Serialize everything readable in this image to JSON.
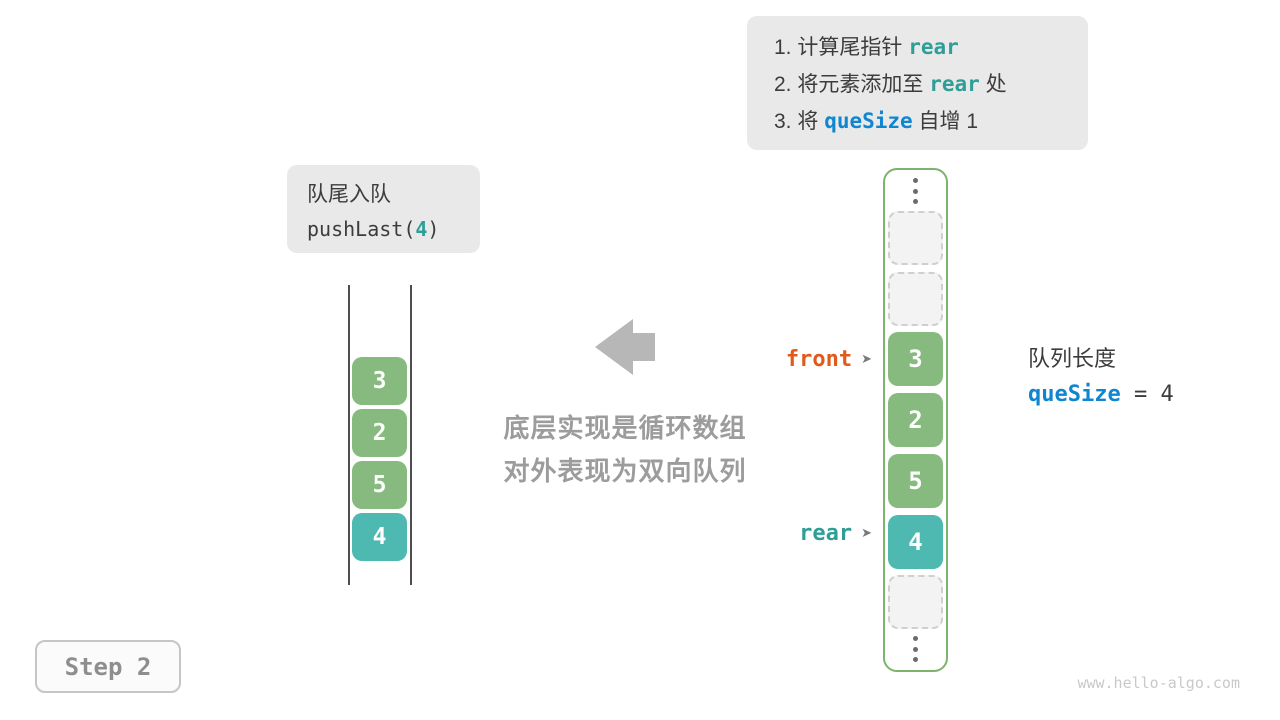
{
  "colors": {
    "box-bg": "#e9e9e9",
    "text-dark": "#3c3c3c",
    "teal-text": "#2e9e97",
    "teal-box": "#4db9b0",
    "blue": "#1085d0",
    "orange": "#e25a1b",
    "green": "#87ba7f",
    "green-border": "#7cb36d",
    "gray-caption": "#9c9c9c",
    "arrow-gray": "#b7b7b7",
    "dot": "#6b6b6b",
    "dashed-border": "#cfcfcf",
    "dashed-fill": "#f3f3f3",
    "line-dark": "#4d4d4d",
    "step-border": "#c6c6c6",
    "step-text": "#8e8e8e",
    "watermark": "#c9c9c9"
  },
  "instructions": {
    "line1": {
      "pre": "1. 计算尾指针 ",
      "code": "rear",
      "post": ""
    },
    "line2": {
      "pre": "2. 将元素添加至 ",
      "code": "rear",
      "post": " 处"
    },
    "line3": {
      "pre": "3. 将 ",
      "code": "queSize",
      "post": " 自增 1"
    }
  },
  "operation": {
    "title": "队尾入队",
    "code_pre": "pushLast(",
    "code_arg": "4",
    "code_post": ")"
  },
  "left_stack": {
    "values": [
      "3",
      "2",
      "5",
      "4"
    ]
  },
  "caption": {
    "line1": "底层实现是循环数组",
    "line2": "对外表现为双向队列"
  },
  "deque": {
    "values": [
      "3",
      "2",
      "5",
      "4"
    ]
  },
  "pointers": {
    "front": "front",
    "rear": "rear"
  },
  "icons": {
    "pointer_arrow": "➤"
  },
  "queue_length": {
    "label": "队列长度",
    "var": "queSize",
    "rest": " = 4"
  },
  "step_badge": {
    "label": "Step 2"
  },
  "watermark": "www.hello-algo.com"
}
